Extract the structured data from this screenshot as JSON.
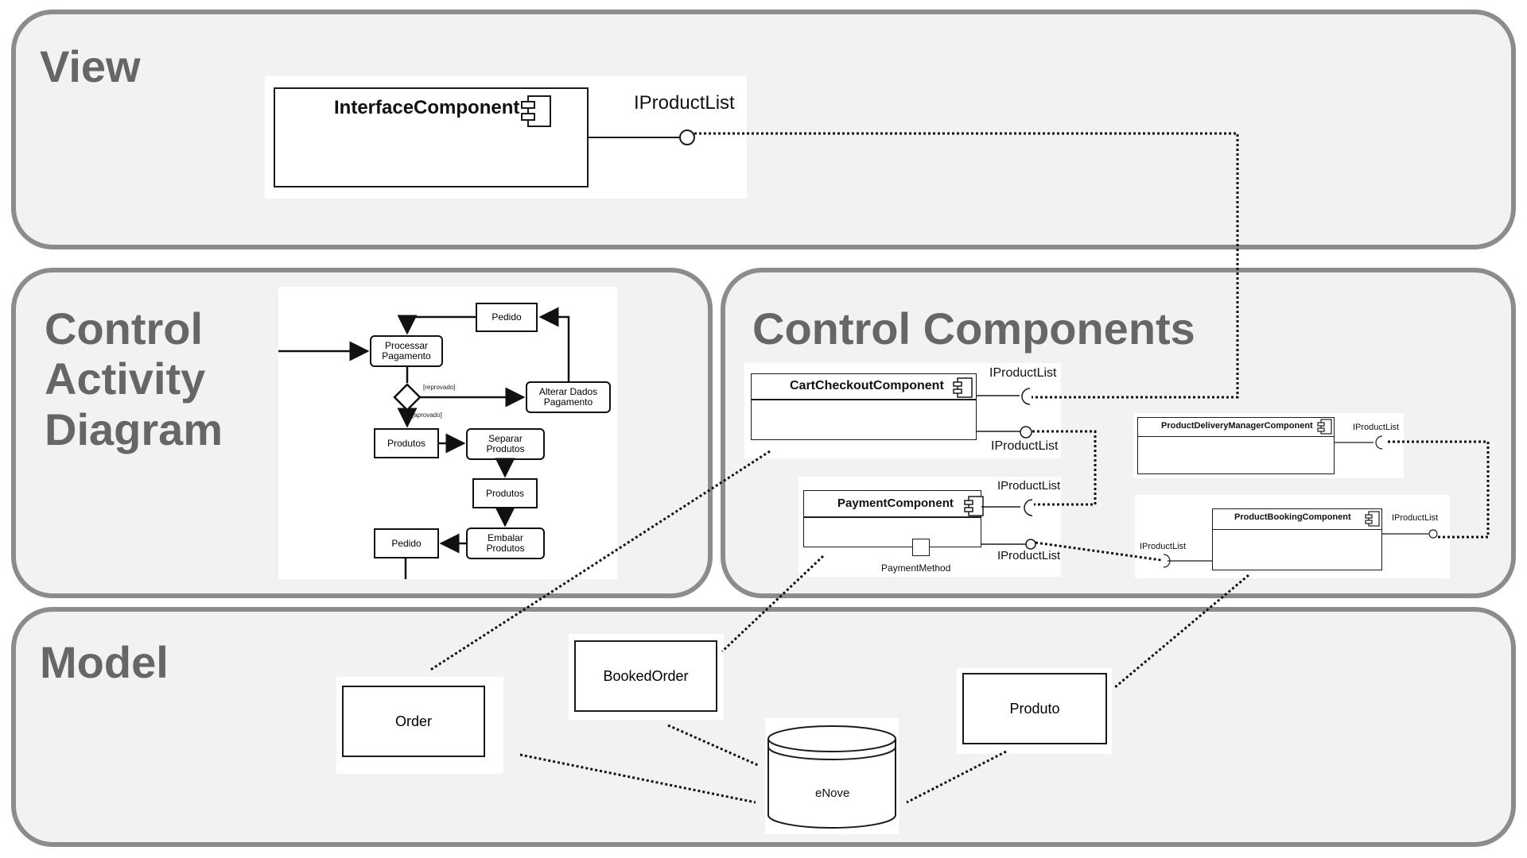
{
  "layers": {
    "view": "View",
    "activity": [
      "Control",
      "Activity",
      "Diagram"
    ],
    "control": "Control Components",
    "model": "Model"
  },
  "interface_component": {
    "name": "InterfaceComponent",
    "interface": "IProductList"
  },
  "activity_diagram": {
    "pedido_top": "Pedido",
    "processar": [
      "Processar",
      "Pagamento"
    ],
    "reprovado": "[reprovado]",
    "aprovado": "[aprovado]",
    "alterar": [
      "Alterar Dados",
      "Pagamento"
    ],
    "produtos_1": "Produtos",
    "separar": [
      "Separar",
      "Produtos"
    ],
    "produtos_2": "Produtos",
    "embalar": [
      "Embalar",
      "Produtos"
    ],
    "pedido_bottom": "Pedido"
  },
  "cart_checkout": {
    "name": "CartCheckoutComponent",
    "required": "IProductList",
    "provided": "IProductList"
  },
  "payment": {
    "name": "PaymentComponent",
    "required": "IProductList",
    "provided": "IProductList",
    "port": "PaymentMethod"
  },
  "delivery_manager": {
    "name": "ProductDeliveryManagerComponent",
    "required": "IProductList"
  },
  "booking": {
    "name": "ProductBookingComponent",
    "required": "IProductList",
    "provided": "IProductList"
  },
  "model": {
    "order": "Order",
    "booked_order": "BookedOrder",
    "produto": "Produto",
    "database": "eNove"
  }
}
